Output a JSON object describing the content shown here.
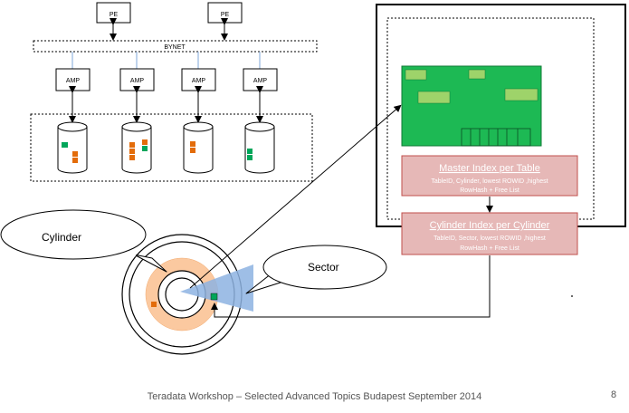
{
  "nodes": {
    "pe": [
      "PE",
      "PE"
    ],
    "bynet": "BYNET",
    "amp": [
      "AMP",
      "AMP",
      "AMP",
      "AMP"
    ]
  },
  "callouts": {
    "cylinder": "Cylinder",
    "sector": "Sector"
  },
  "master_index": {
    "title": "Master Index per Table",
    "line1": "TableID, Cylinder, lowest ROWID ,highest",
    "line2": "RowHash + Free List"
  },
  "cylinder_index": {
    "title": "Cylinder Index per Cylinder",
    "line1": "TableID, Sector, lowest ROWID ,highest",
    "line2": "RowHash + Free List"
  },
  "footer": {
    "text": "Teradata Workshop – Selected Advanced Topics Budapest September 2014",
    "page": "8"
  },
  "colors": {
    "board_green": "#1db954",
    "chip_green": "#9ed36a",
    "index_pink": "#e6b8b7",
    "index_border": "#c0504d",
    "track_orange": "#fbc9a0",
    "sector_blue": "#8db3e2",
    "block_orange": "#e36c0a",
    "block_green": "#00a65a"
  }
}
